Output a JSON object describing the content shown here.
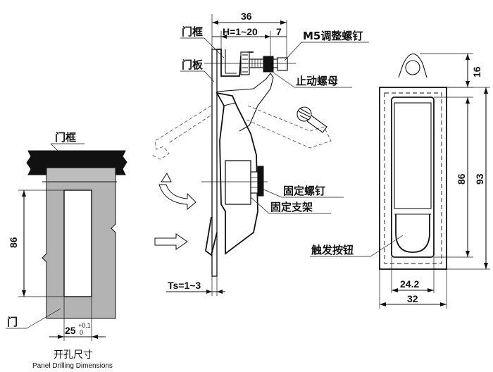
{
  "labels": {
    "left_frame": "门框",
    "left_door": "门",
    "mid_frame": "门框",
    "mid_panel": "门板",
    "adjust_screw": "M5调整螺钉",
    "stop_nut": "止动螺母",
    "fix_screw": "固定螺钉",
    "fix_bracket": "固定支架",
    "trigger_button": "触发按钮"
  },
  "dimensions": {
    "cut_height": "86",
    "cut_width": "25",
    "cut_tol_upper": "+0.1",
    "cut_tol_lower": "0",
    "overall_depth": "36",
    "h_range": "H=1~20",
    "h_offset": "7",
    "ts_range": "Ts=1~3",
    "top_hinge": "16",
    "inner_height": "86",
    "outer_height": "93",
    "inner_width": "24.2",
    "outer_width": "32"
  },
  "caption": {
    "title": "开孔尺寸",
    "subtitle": "Panel Drilling Dimensions"
  }
}
